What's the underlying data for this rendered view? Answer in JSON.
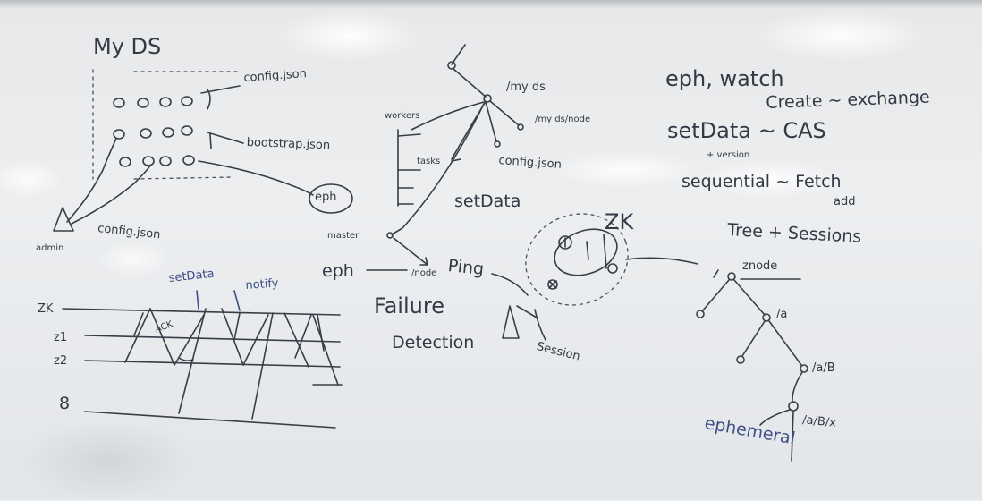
{
  "board": {
    "title": "My DS",
    "config_json_top": "config.json",
    "bootstrap_json": "bootstrap.json",
    "eph_bubble": "eph",
    "admin_label": "admin",
    "config_json_admin": "config.json",
    "root_slash": "/",
    "mydz": "/my ds",
    "mydz_node": "/my ds/node",
    "workers": "workers",
    "tasks": "tasks",
    "config_json_tree": "config.json",
    "set_data_mid": "setData",
    "master": "master",
    "eph_arrow": "eph",
    "node_label": "/node",
    "ping": "Ping",
    "failure_1": "Failure",
    "failure_2": "Detection",
    "zk_big": "ZK",
    "session": "Session",
    "eph_watch": "eph, watch",
    "create_exchange": "Create ~ exchange",
    "setdata_cas": "setData ~ CAS",
    "plus_version": "+ version",
    "sequential": "sequential ~ Fetch",
    "add": "add",
    "tree_sessions": "Tree + Sessions",
    "znode": "znode",
    "slash": "/",
    "a": "/a",
    "ab": "/a/B",
    "abx": "/a/B/x",
    "ephemeral": "ephemeral",
    "setdata_blue": "setData",
    "notify_blue": "notify",
    "zk_small": "ZK",
    "z1": "z1",
    "z2": "z2",
    "client_sym": "8",
    "ack_label": "ACK"
  },
  "colors": {
    "ink": "#3a3d47",
    "blue_ink": "#3d4f86",
    "board": "#e9ecef"
  }
}
